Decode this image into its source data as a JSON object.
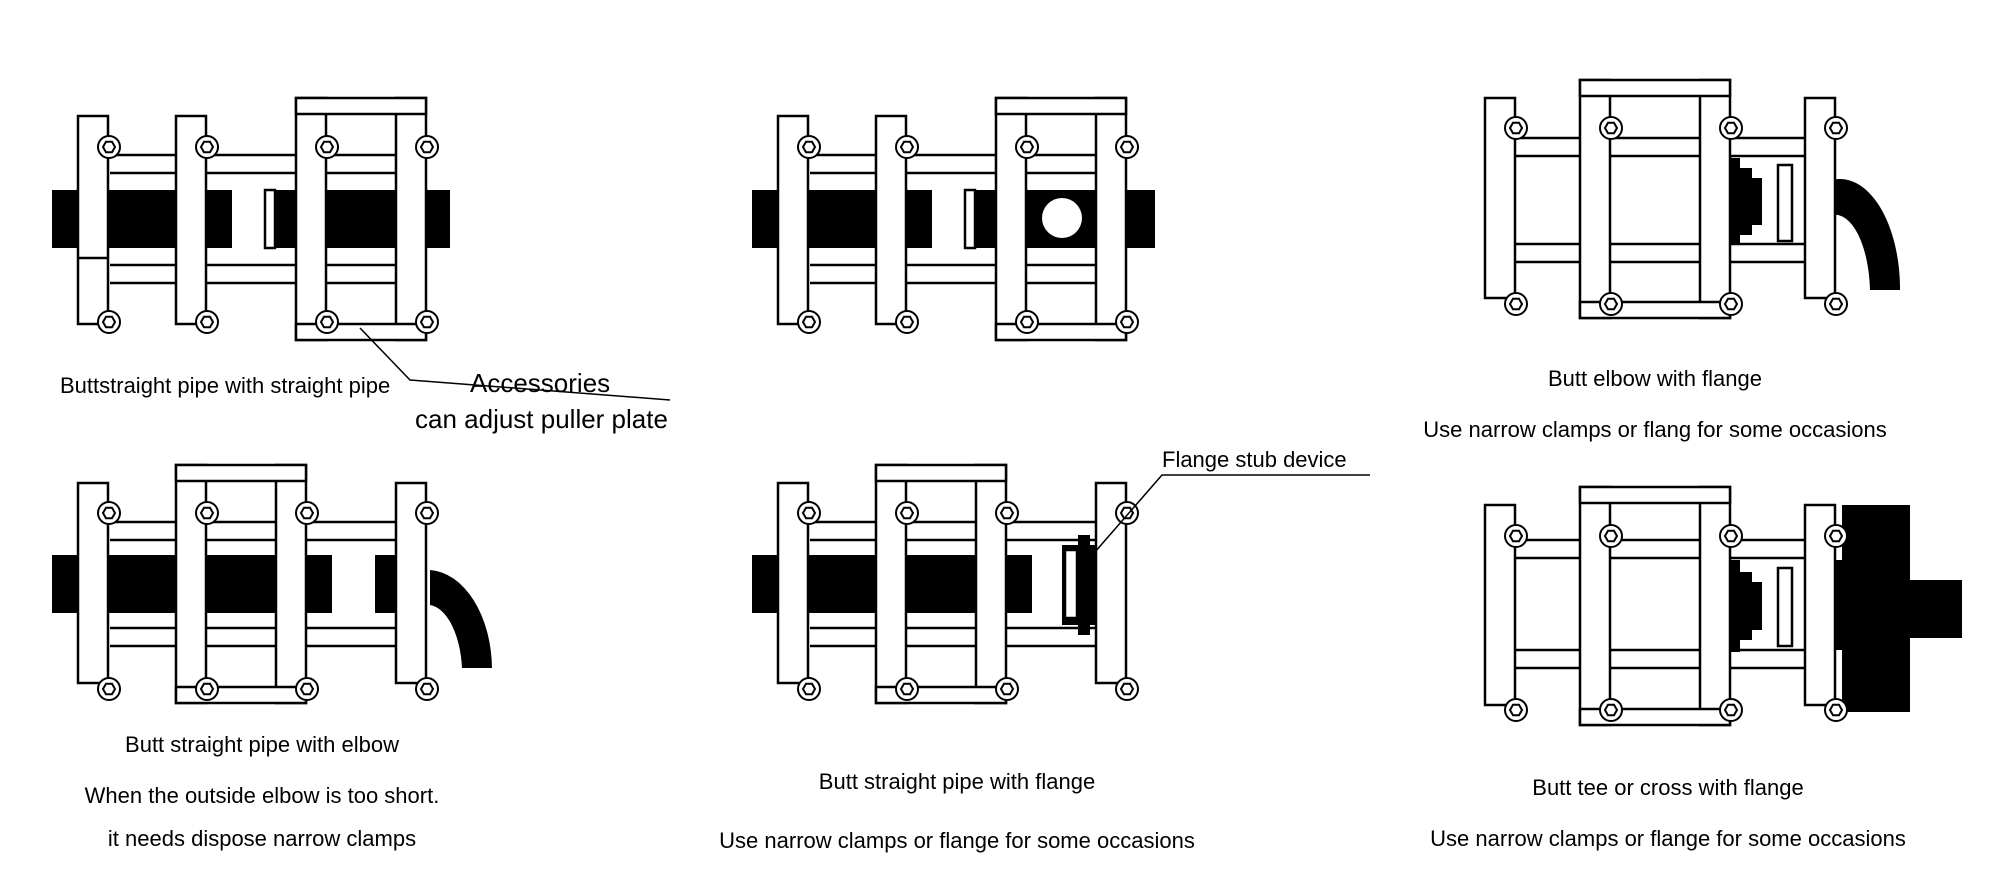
{
  "panels": [
    {
      "id": "straight-straight",
      "captions": [
        "Buttstraight pipe with straight pipe"
      ]
    },
    {
      "id": "straight-hole",
      "captions": []
    },
    {
      "id": "elbow-flange",
      "captions": [
        "Butt elbow with flange",
        "Use narrow clamps or flang for some occasions"
      ]
    },
    {
      "id": "straight-elbow",
      "captions": [
        "Butt straight pipe with elbow",
        "When the outside elbow is too short.",
        "it needs dispose narrow clamps"
      ]
    },
    {
      "id": "straight-flange",
      "captions": [
        "Butt straight pipe with flange",
        "Use narrow clamps or flange for some occasions"
      ]
    },
    {
      "id": "tee-flange",
      "captions": [
        "Butt tee or cross with flange",
        "Use narrow clamps or flange for some occasions"
      ]
    }
  ],
  "callouts": {
    "accessories": [
      "Accessories",
      "can adjust puller plate"
    ],
    "flange_stub": "Flange stub device"
  }
}
